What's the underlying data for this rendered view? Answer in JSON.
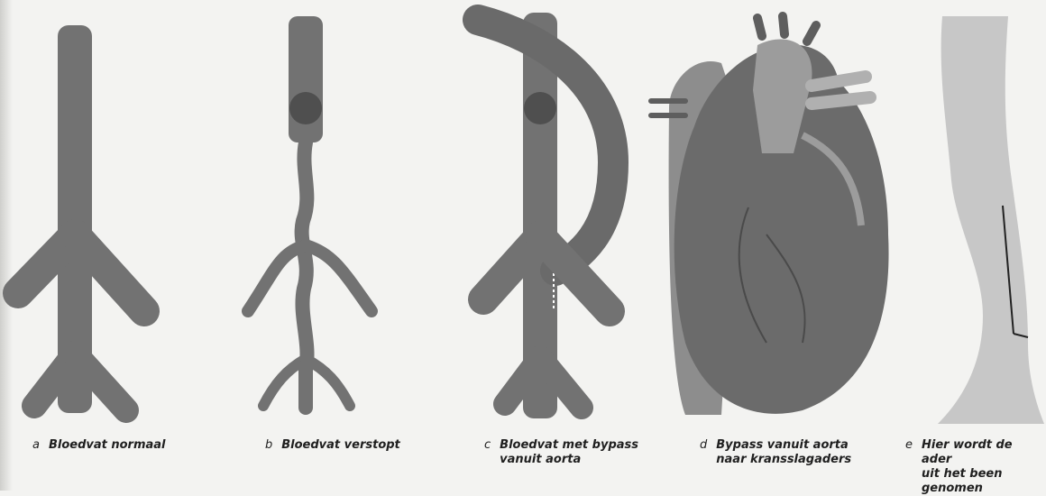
{
  "panels": [
    {
      "letter": "a",
      "caption": "Bloedvat normaal"
    },
    {
      "letter": "b",
      "caption": "Bloedvat verstopt"
    },
    {
      "letter": "c",
      "caption": "Bloedvat met bypass\nvanuit aorta"
    },
    {
      "letter": "d",
      "caption": "Bypass vanuit aorta\nnaar kransslagaders"
    },
    {
      "letter": "e",
      "caption": "Hier wordt de ader\nuit het been\ngenomen"
    }
  ],
  "colors": {
    "vessel": "#727272",
    "vessel_dark": "#5e5e5e",
    "plaque": "#4f4f4f",
    "heart": "#6b6b6b",
    "heart_light": "#9c9c9c",
    "leg": "#c7c7c7",
    "paper": "#f3f3f1"
  }
}
